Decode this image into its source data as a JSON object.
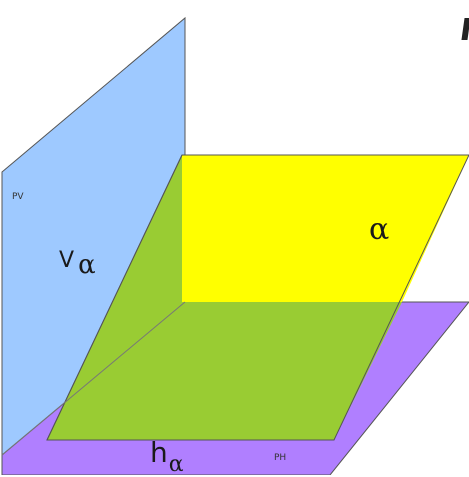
{
  "labels": {
    "pv": "PV",
    "ph": "PH",
    "plane": "α",
    "v_trace_letter": "V",
    "v_trace_subscript": "α",
    "h_trace_letter": "h",
    "h_trace_subscript": "α"
  },
  "colors": {
    "vertical_plane": "#9ec9ff",
    "horizontal_plane": "#b07fff",
    "plane_alpha_upper": "#ffff00",
    "plane_alpha_lower": "#99cc33",
    "edge": "#444444"
  }
}
